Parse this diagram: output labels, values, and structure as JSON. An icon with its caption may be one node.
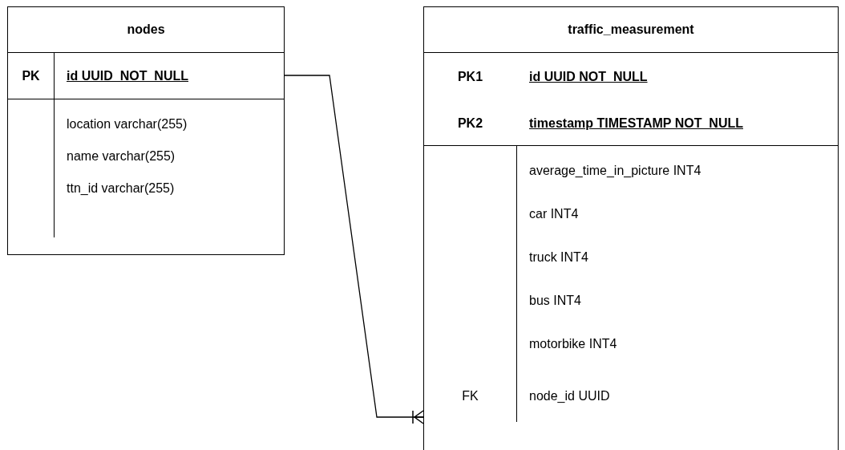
{
  "diagram": {
    "nodes": [
      {
        "text": [
          "nodes"
        ]
      },
      {
        "text": [
          "PK",
          "id UUID  NOT_NULL"
        ],
        "in": 0
      },
      {
        "text": [
          "location varchar(255)"
        ],
        "in": 0
      },
      {
        "text": [
          "name varchar(255)"
        ],
        "in": 0
      },
      {
        "text": [
          "ttn_id varchar(255)"
        ],
        "in": 0
      },
      {
        "text": [
          "traffic_measurement"
        ]
      },
      {
        "text": [
          "PK1",
          "id UUID NOT_NULL"
        ],
        "in": 5
      },
      {
        "text": [
          "PK2",
          "timestamp TIMESTAMP NOT_NULL"
        ],
        "in": 5
      },
      {
        "text": [
          "average_time_in_picture INT4"
        ],
        "in": 5
      },
      {
        "text": [
          "car INT4"
        ],
        "in": 5
      },
      {
        "text": [
          "truck INT4"
        ],
        "in": 5
      },
      {
        "text": [
          "bus INT4"
        ],
        "in": 5
      },
      {
        "text": [
          "motorbike INT4"
        ],
        "in": 5
      },
      {
        "text": [
          "FK",
          "node_id UUID"
        ],
        "in": 5
      }
    ],
    "edges": [
      {
        "from": 1,
        "to": 13,
        "arrow": "other"
      }
    ]
  }
}
